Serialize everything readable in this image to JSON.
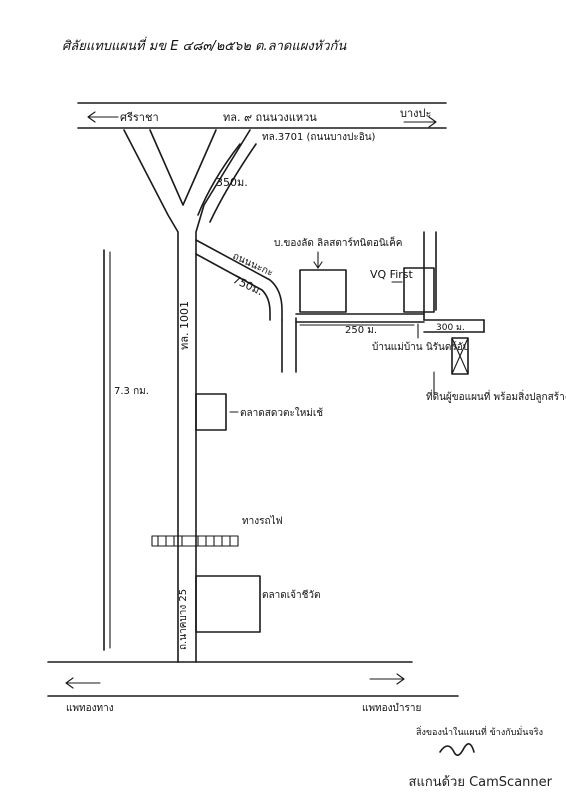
{
  "title": "ศิลัยแทบแผนที่ มข E ๔๘๓/๒๕๖๒ ต.ลาดแผงหัวกัน",
  "roads": {
    "main_top": "ทล. ๙ ถนนวงแหวน",
    "top_right_dest": "บางปะ",
    "top_left_dest": "ศรีราชา",
    "branch_top": "ทล.3701 (ถนนบางปะอิน)",
    "vertical_main": "ทล. 1001",
    "diag_upper_dist": "350ม.",
    "diag_lower_label": "ถนนนะกะ",
    "diag_lower_dist": "750ม.",
    "side_vertical": "ถ.นาคบาง 25",
    "bottom_left_dest": "แพทองทาง",
    "bottom_right_dest": "แพทองบำราย"
  },
  "distances": {
    "left_span": "7.3 กม.",
    "side_road": "250 ม.",
    "small_stub": "300 ม."
  },
  "places": {
    "company": "บ.ของลัด ลิลสตาร์ทนิตอนิเค็ค",
    "vq": "VQ First",
    "house": "บ้านแม่บ้าน นิรันดร์อัป",
    "market1": "ตลาดสดวตะใหม่เช้",
    "bridge": "ทางรถไฟ",
    "market2": "ตลาดเจ้าชีวัต",
    "target": "ที่ดินผู้ขอแผนที่ พร้อมสิ่งปลูกสร้าง"
  },
  "signature_note": "สิ่งของนำในแผนที่ ข้างกับมั่นจริง",
  "footer": "สแกนด้วย CamScanner"
}
